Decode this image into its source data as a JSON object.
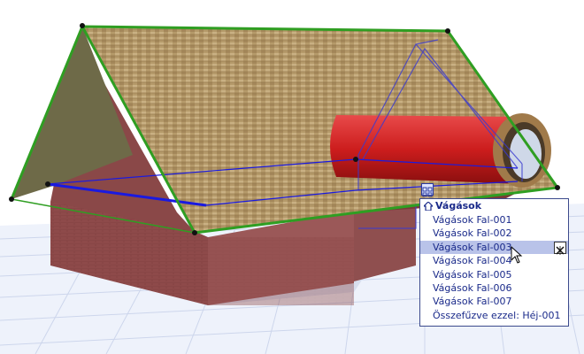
{
  "scene": {
    "background": "#ffffff",
    "roof_color": "#b59a6a",
    "wall_color": "#8a4848",
    "dormer_color": "#cc1d1d",
    "outline_green": "#2f9e22",
    "selection_blue": "#1a1ae0"
  },
  "popup": {
    "title": "Vágások",
    "items": [
      "Vágások Fal-001",
      "Vágások Fal-002",
      "Vágások Fal-003",
      "Vágások Fal-004",
      "Vágások Fal-005",
      "Vágások Fal-006",
      "Vágások Fal-007"
    ],
    "selected_index": 2,
    "footer": "Összefűzve ezzel: Héj-001",
    "selection_color": "#b9c3e9"
  },
  "icons": {
    "home": "home-icon",
    "snap": "snap-icon",
    "close": "close-x-icon",
    "cursor": "mouse-cursor-icon"
  }
}
